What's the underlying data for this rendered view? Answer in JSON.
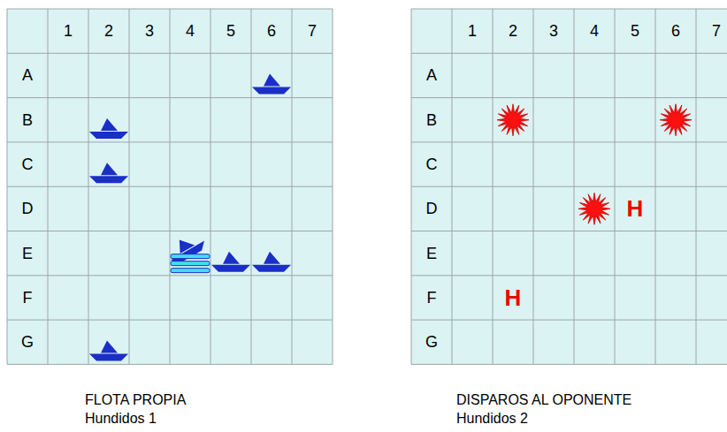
{
  "diagram": {
    "labels": [
      "1",
      "2",
      "3",
      "4",
      "5",
      "6",
      "7",
      "A",
      "B",
      "C",
      "D",
      "E",
      "F",
      "G",
      "1",
      "2",
      "3",
      "4",
      "5",
      "6",
      "7",
      "A",
      "B",
      "C",
      "D",
      "E",
      "F",
      "G",
      "H",
      "H",
      "FLOTA PROPIA",
      "Hundidos 1",
      "DISPAROS AL OPONENTE",
      "Hundidos 2"
    ]
  }
}
